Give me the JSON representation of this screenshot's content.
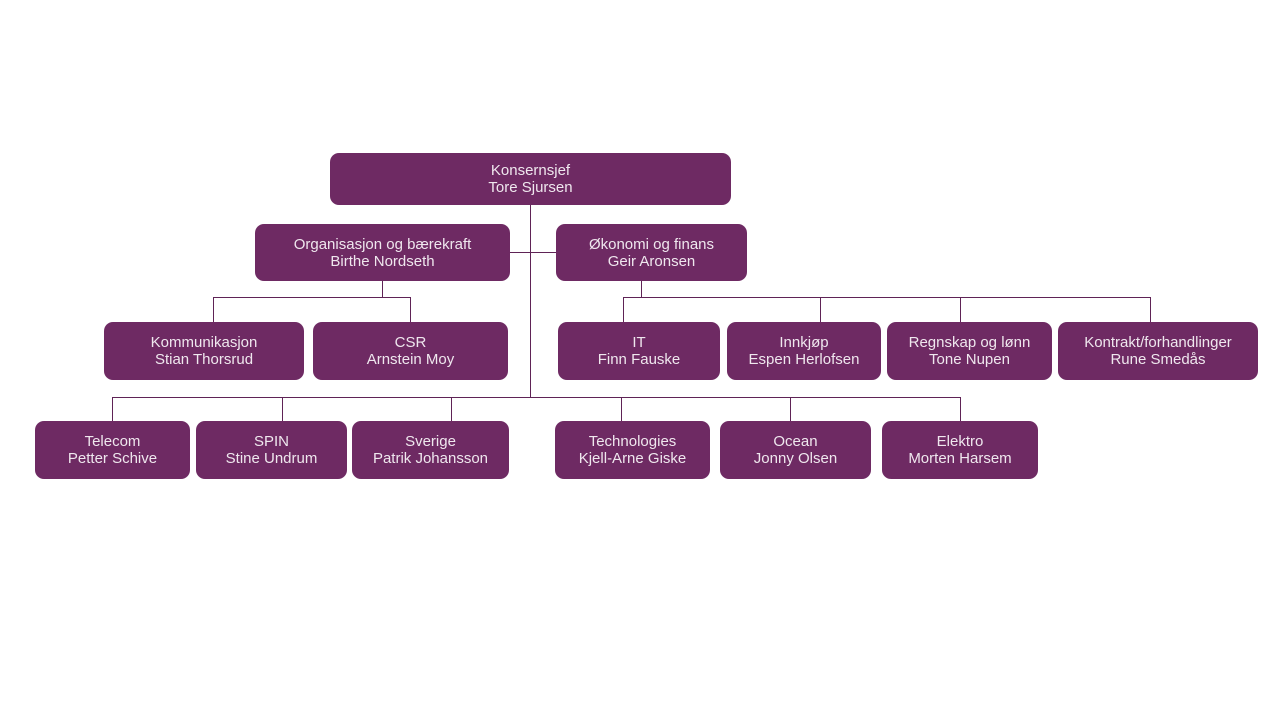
{
  "colors": {
    "box": "#6E2A63",
    "line": "#5F2356",
    "text": "#EFE7EE",
    "bg": "#FFFFFF"
  },
  "nodes": {
    "ceo": {
      "title": "Konsernsjef",
      "person": "Tore Sjursen"
    },
    "org": {
      "title": "Organisasjon og bærekraft",
      "person": "Birthe Nordseth"
    },
    "fin": {
      "title": "Økonomi og finans",
      "person": "Geir Aronsen"
    },
    "komm": {
      "title": "Kommunikasjon",
      "person": "Stian Thorsrud"
    },
    "csr": {
      "title": "CSR",
      "person": "Arnstein Moy"
    },
    "it": {
      "title": "IT",
      "person": "Finn Fauske"
    },
    "innkjop": {
      "title": "Innkjøp",
      "person": "Espen Herlofsen"
    },
    "regnskap": {
      "title": "Regnskap og lønn",
      "person": "Tone Nupen"
    },
    "kontrakt": {
      "title": "Kontrakt/forhandlinger",
      "person": "Rune Smedås"
    },
    "telecom": {
      "title": "Telecom",
      "person": "Petter Schive"
    },
    "spin": {
      "title": "SPIN",
      "person": "Stine Undrum"
    },
    "sverige": {
      "title": "Sverige",
      "person": "Patrik Johansson"
    },
    "tech": {
      "title": "Technologies",
      "person": "Kjell-Arne Giske"
    },
    "ocean": {
      "title": "Ocean",
      "person": "Jonny Olsen"
    },
    "elektro": {
      "title": "Elektro",
      "person": "Morten Harsem"
    }
  }
}
